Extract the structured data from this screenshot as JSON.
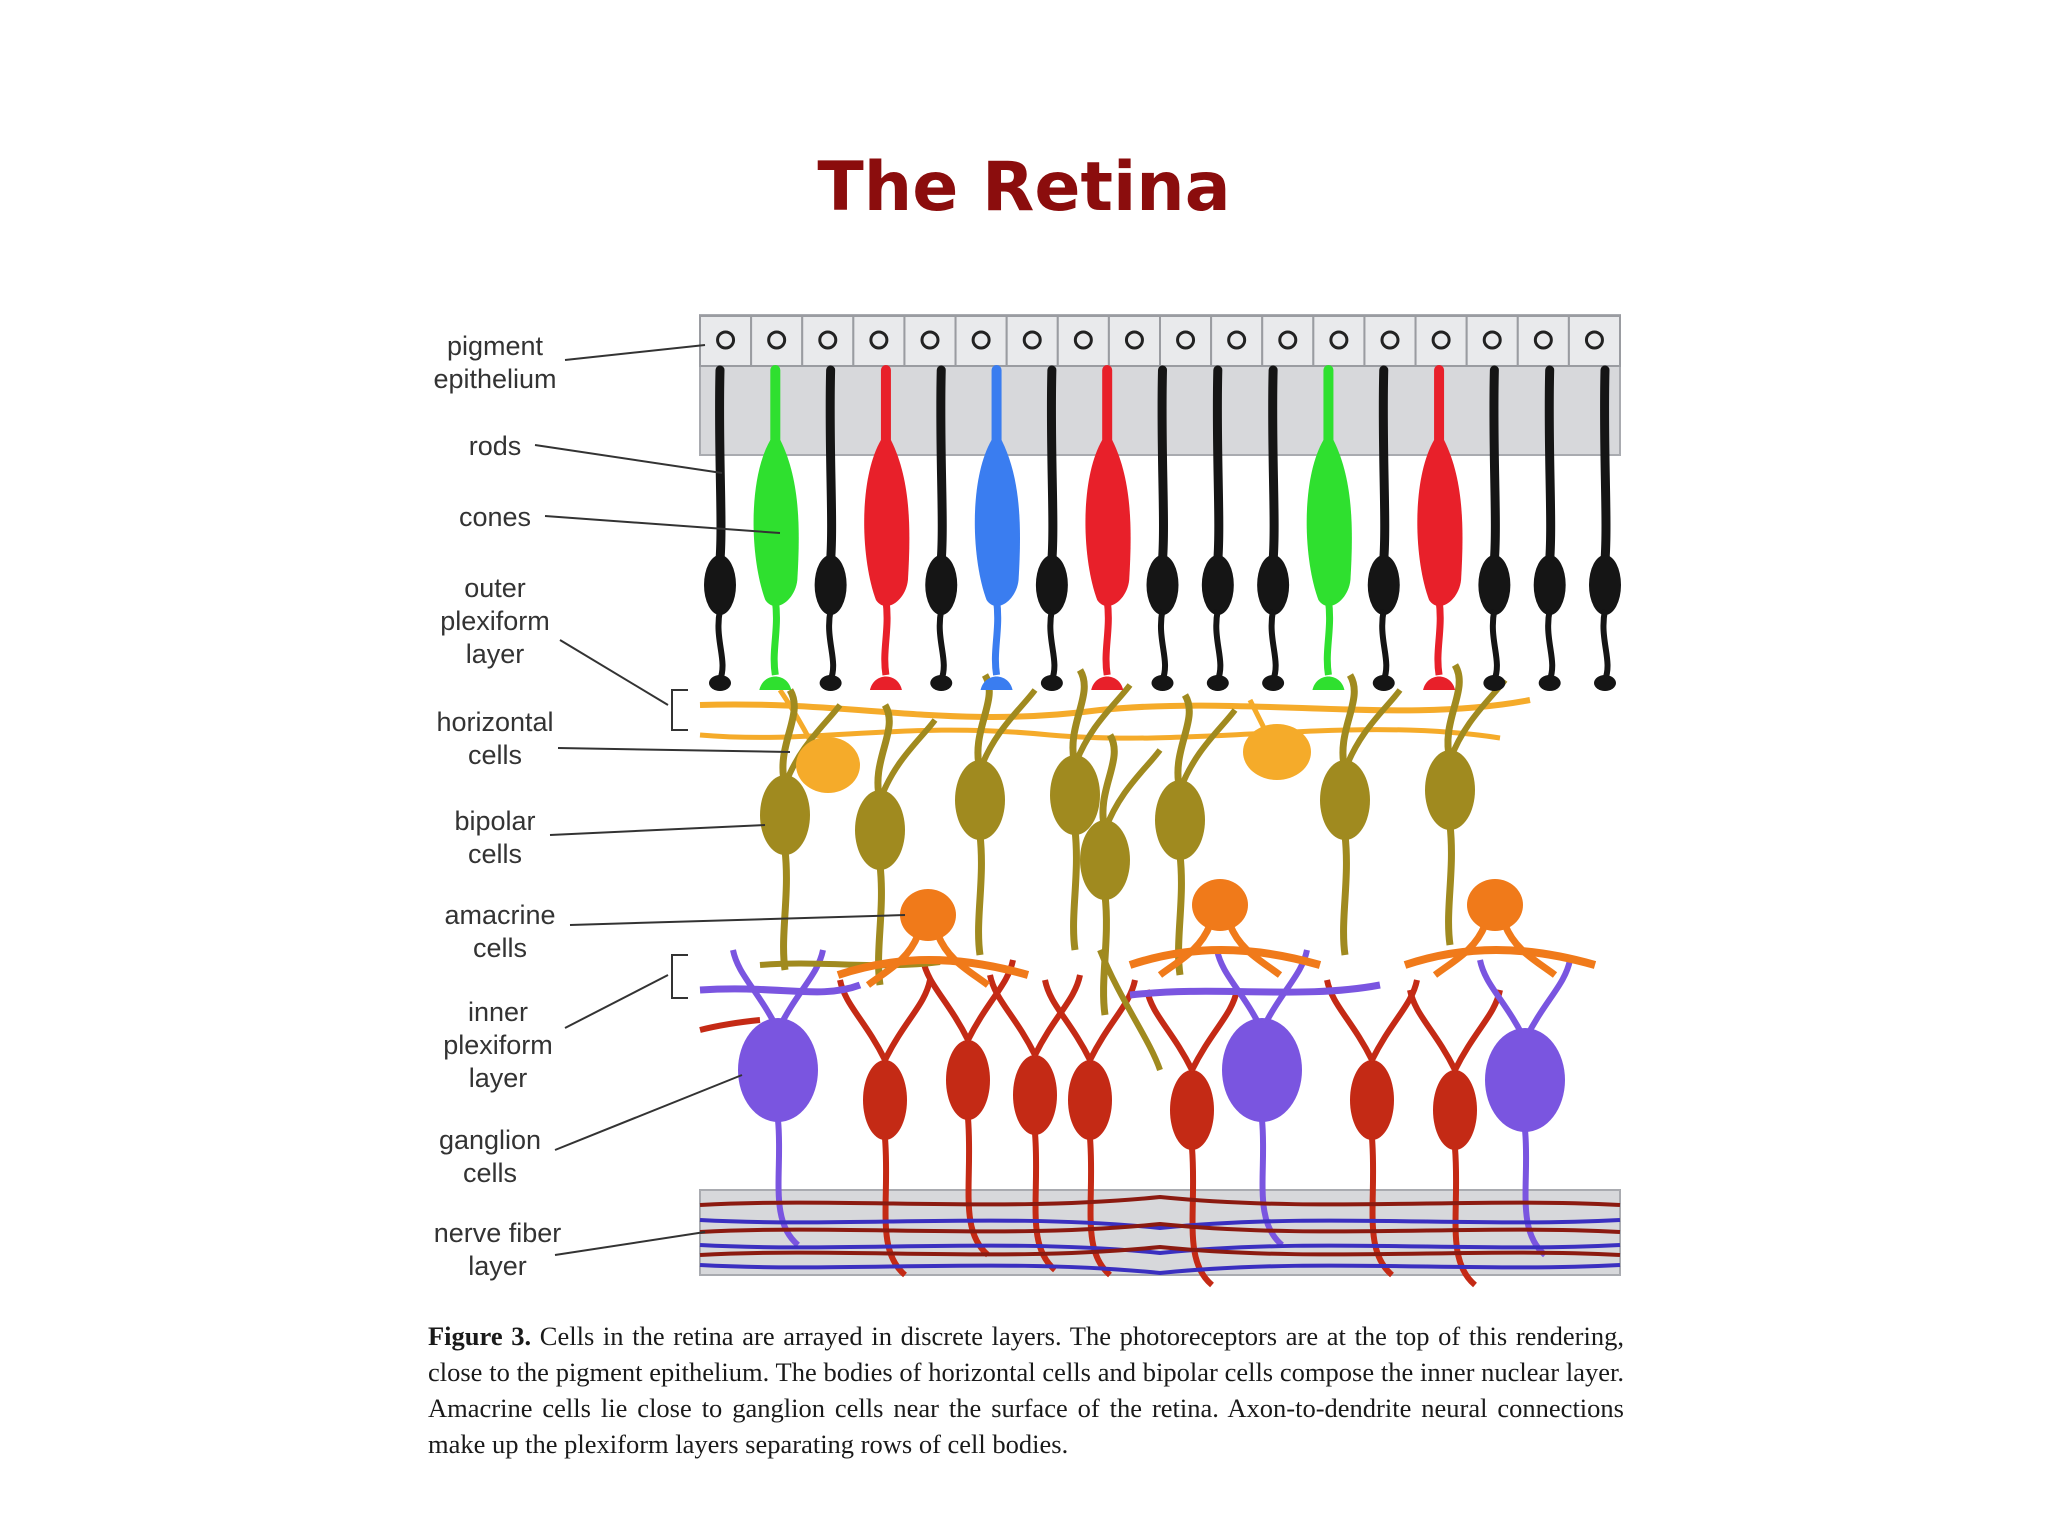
{
  "title": "The Retina",
  "labels": {
    "pigment_epithelium": "pigment\nepithelium",
    "rods": "rods",
    "cones": "cones",
    "outer_plexiform_layer": "outer\nplexiform\nlayer",
    "horizontal_cells": "horizontal\ncells",
    "bipolar_cells": "bipolar\ncells",
    "amacrine_cells": "amacrine\ncells",
    "inner_plexiform_layer": "inner\nplexiform\nlayer",
    "ganglion_cells": "ganglion\ncells",
    "nerve_fiber_layer": "nerve fiber\nlayer"
  },
  "caption": {
    "figure": "Figure 3.",
    "text": "Cells in the retina are arrayed in discrete layers. The photoreceptors are at the top of this rendering, close to the pigment epithelium. The bodies of horizontal cells and bipolar cells compose the inner nuclear layer. Amacrine cells lie close to ganglion cells near the surface of the retina. Axon-to-dendrite neural connections make up the plexiform layers separating rows of cell bodies."
  },
  "photoreceptors": [
    "rod",
    "cone-green",
    "rod",
    "cone-red",
    "rod",
    "cone-blue",
    "rod",
    "cone-red",
    "rod",
    "rod",
    "rod",
    "cone-green",
    "rod",
    "cone-red",
    "rod",
    "rod",
    "rod"
  ],
  "colors": {
    "title": "#8b0d0d",
    "rod": "#151515",
    "cone_green": "#2fe02f",
    "cone_red": "#e8202a",
    "cone_blue": "#3a7df0",
    "horizontal_cell": "#f5ab2a",
    "bipolar_cell": "#a08a1f",
    "amacrine_cell": "#f07a1a",
    "ganglion_red": "#c42a15",
    "ganglion_purple": "#7a55e0",
    "nerve_fiber_red": "#8b1a10",
    "nerve_fiber_blue": "#3a2fc0",
    "layer_grey": "#d7d8db"
  }
}
